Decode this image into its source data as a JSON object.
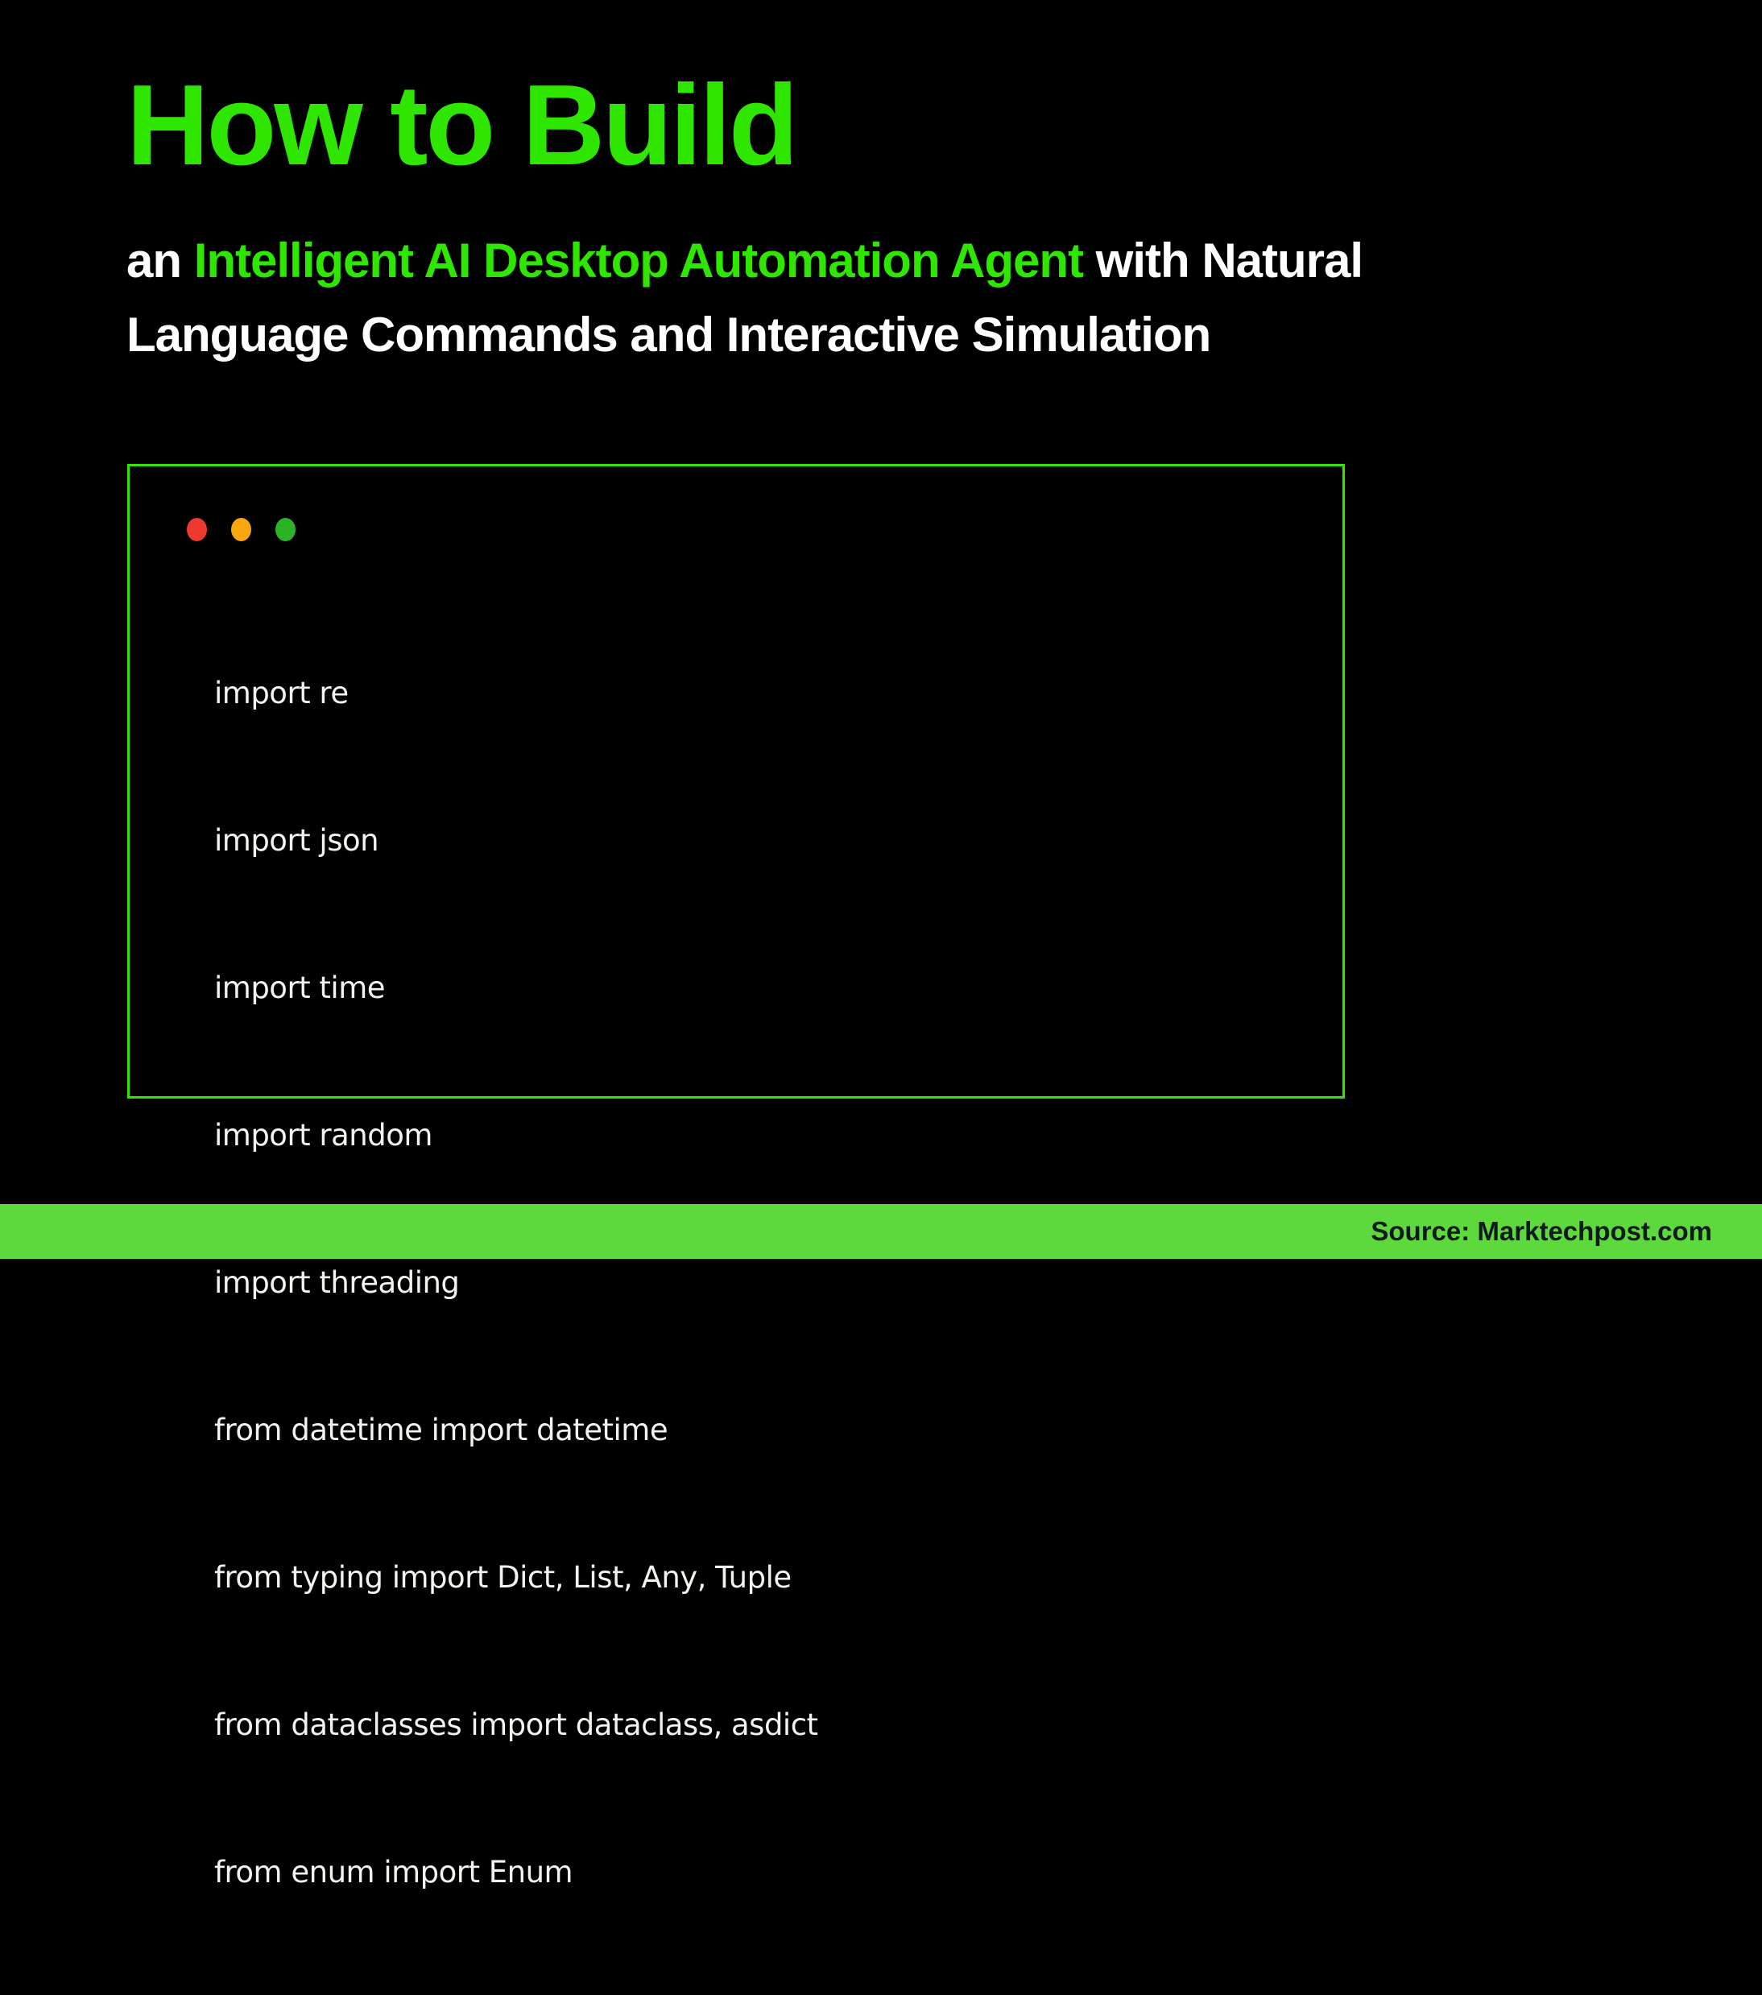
{
  "colors": {
    "background": "#000000",
    "accent": "#2ee600",
    "text": "#ffffff",
    "code_text": "#f2f2ee",
    "footer_bg": "#5ed93d",
    "footer_text": "#101820",
    "dot_red": "#ee3a2e",
    "dot_amber": "#f7a80d",
    "dot_green": "#2ab425"
  },
  "header": {
    "title": "How to Build",
    "subtitle_prefix": "an ",
    "subtitle_highlight": "Intelligent AI Desktop Automation Agent",
    "subtitle_suffix_line1": " with Natural",
    "subtitle_suffix_line2": "Language Commands and Interactive Simulation"
  },
  "code_window": {
    "traffic_lights": [
      {
        "name": "close",
        "color": "#ee3a2e"
      },
      {
        "name": "minimize",
        "color": "#f7a80d"
      },
      {
        "name": "maximize",
        "color": "#2ab425"
      }
    ],
    "code_lines": [
      "import re",
      "import json",
      "import time",
      "import random",
      "import threading",
      "from datetime import datetime",
      "from typing import Dict, List, Any, Tuple",
      "from dataclasses import dataclass, asdict",
      "from enum import Enum"
    ]
  },
  "footer": {
    "source_label": "Source: Marktechpost.com"
  }
}
